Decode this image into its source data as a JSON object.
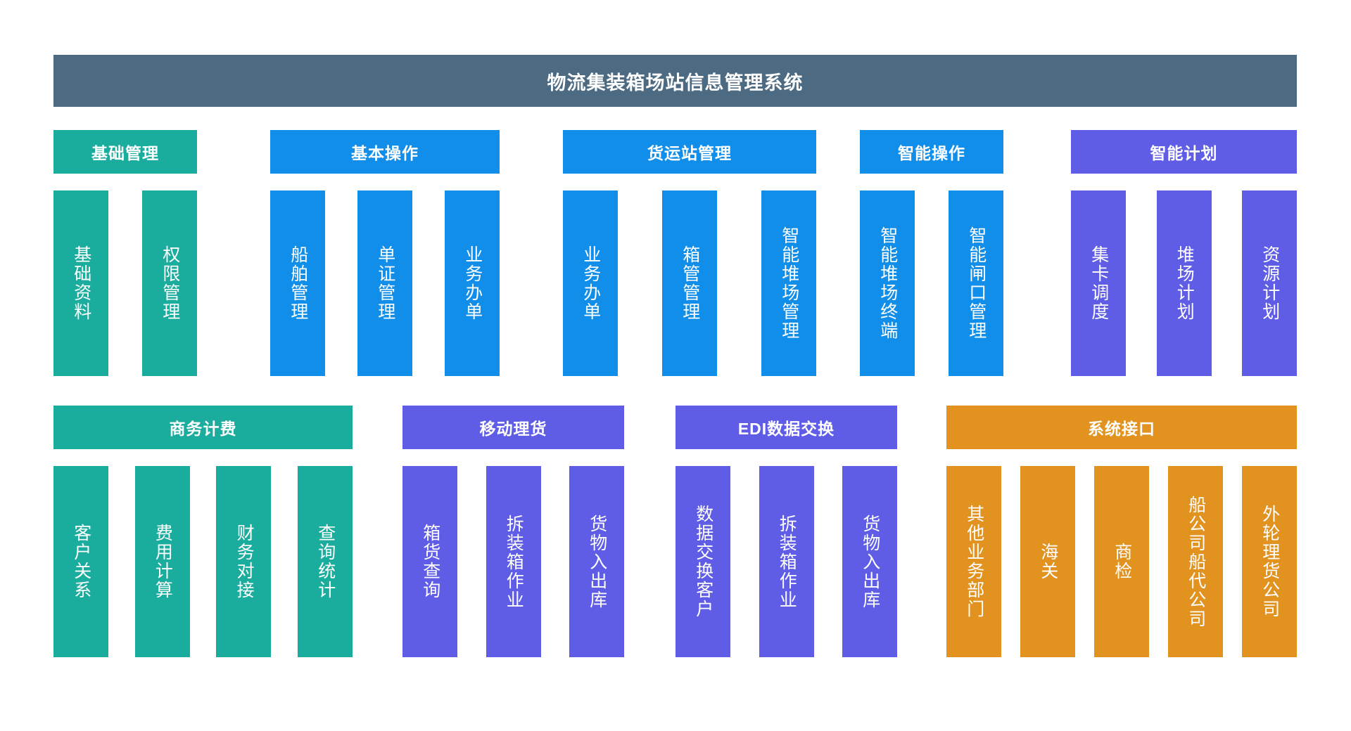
{
  "header": {
    "title": "物流集装箱场站信息管理系统",
    "background": "#4d6a83"
  },
  "palette": {
    "teal": "#1aad9e",
    "blue": "#108ee9",
    "purple": "#5f5ce6",
    "orange": "#e2921f",
    "header_bar": "#4d6a83",
    "page_background": "#ffffff",
    "text": "#ffffff"
  },
  "rows": [
    {
      "groups": [
        {
          "label": "基础管理",
          "color": "teal",
          "items": [
            {
              "label": "基础资料"
            },
            {
              "label": "权限管理"
            }
          ]
        },
        {
          "label": "基本操作",
          "color": "blue",
          "items": [
            {
              "label": "船舶管理"
            },
            {
              "label": "单证管理"
            },
            {
              "label": "业务办单"
            }
          ]
        },
        {
          "label": "货运站管理",
          "color": "blue",
          "items": [
            {
              "label": "业务办单"
            },
            {
              "label": "箱管管理"
            },
            {
              "label": "智能堆场管理"
            }
          ]
        },
        {
          "label": "智能操作",
          "color": "blue",
          "items": [
            {
              "label": "智能堆场终端"
            },
            {
              "label": "智能闸口管理"
            }
          ]
        },
        {
          "label": "智能计划",
          "color": "purple",
          "items": [
            {
              "label": "集卡调度"
            },
            {
              "label": "堆场计划"
            },
            {
              "label": "资源计划"
            }
          ]
        }
      ]
    },
    {
      "groups": [
        {
          "label": "商务计费",
          "color": "teal",
          "items": [
            {
              "label": "客户关系"
            },
            {
              "label": "费用计算"
            },
            {
              "label": "财务对接"
            },
            {
              "label": "查询统计"
            }
          ]
        },
        {
          "label": "移动理货",
          "color": "purple",
          "items": [
            {
              "label": "箱货查询"
            },
            {
              "label": "拆装箱作业"
            },
            {
              "label": "货物入出库"
            }
          ]
        },
        {
          "label": "EDI数据交换",
          "color": "purple",
          "items": [
            {
              "label": "数据交换客户"
            },
            {
              "label": "拆装箱作业"
            },
            {
              "label": "货物入出库"
            }
          ]
        },
        {
          "label": "系统接口",
          "color": "orange",
          "items": [
            {
              "label": "其他业务部门"
            },
            {
              "label": "海关"
            },
            {
              "label": "商检"
            },
            {
              "label": "船公司船代公司"
            },
            {
              "label": "外轮理货公司"
            }
          ]
        }
      ]
    }
  ]
}
